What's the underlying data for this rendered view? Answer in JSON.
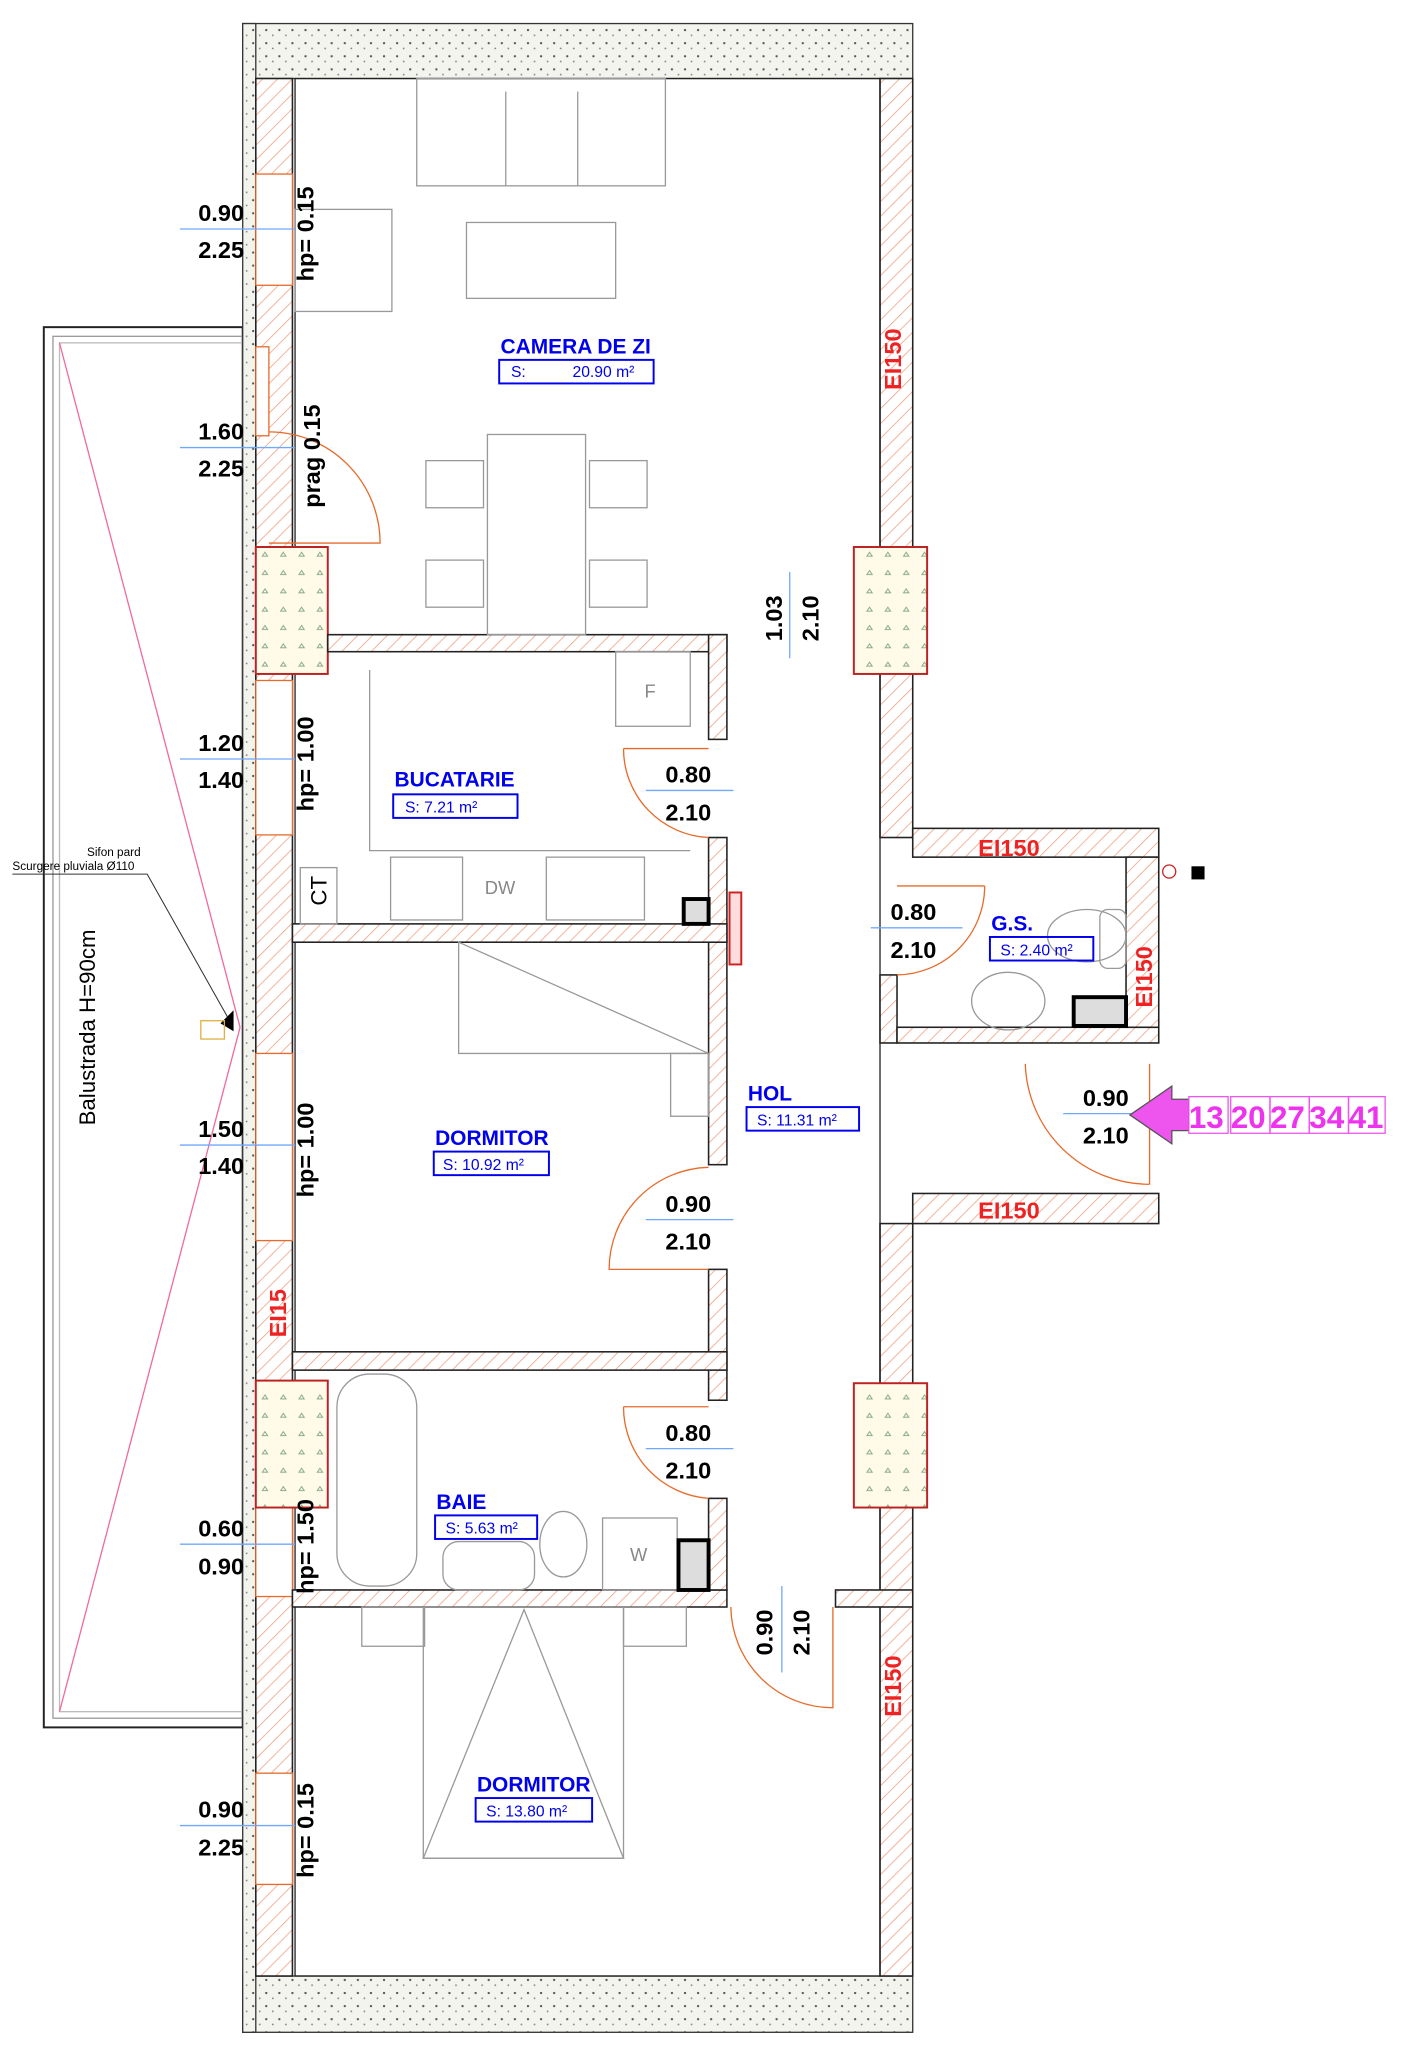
{
  "rooms": {
    "camera_de_zi": {
      "name": "CAMERA DE ZI",
      "area_label": "S:",
      "area": "20.90 m²"
    },
    "bucatarie": {
      "name": "BUCATARIE",
      "area": "S:   7.21 m²"
    },
    "dormitor1": {
      "name": "DORMITOR",
      "area": "S:  10.92 m²"
    },
    "hol": {
      "name": "HOL",
      "area": "S: 11.31 m²"
    },
    "gs": {
      "name": "G.S.",
      "area": "S: 2.40 m²"
    },
    "baie": {
      "name": "BAIE",
      "area": "S: 5.63 m²"
    },
    "dormitor2": {
      "name": "DORMITOR",
      "area": "S:  13.80 m²"
    }
  },
  "dimensions": {
    "w1": [
      "0.90",
      "2.25",
      "hp= 0.15"
    ],
    "w2": [
      "1.60",
      "2.25",
      "prag 0.15"
    ],
    "w3": [
      "1.20",
      "1.40",
      "hp= 1.00"
    ],
    "w4": [
      "1.50",
      "1.40",
      "hp= 1.00"
    ],
    "w5": [
      "0.60",
      "0.90",
      "hp= 1.50"
    ],
    "w6": [
      "0.90",
      "2.25",
      "hp= 0.15"
    ],
    "d_open": [
      "1.03",
      "2.10"
    ],
    "d_kitchen": [
      "0.80",
      "2.10"
    ],
    "d_gs": [
      "0.80",
      "2.10"
    ],
    "d_entry": [
      "0.90",
      "2.10"
    ],
    "d_bed1": [
      "0.90",
      "2.10"
    ],
    "d_bath": [
      "0.80",
      "2.10"
    ],
    "d_bed2": [
      "0.90",
      "2.10"
    ]
  },
  "fire_ratings": {
    "r1": "EI150",
    "r2": "EI150",
    "r3": "EI150",
    "r4": "EI150",
    "r5": "EI150",
    "r6": "EI15"
  },
  "fixtures": {
    "fridge": "F",
    "dishwasher": "DW",
    "boiler": "CT",
    "washer": "W"
  },
  "annotations": {
    "balustrade": "Balustrada H=90cm",
    "drain_line1": "Sifon pard",
    "drain_line2": "Scurgere pluviala Ø110"
  },
  "entry_marker": {
    "numbers": [
      "13",
      "20",
      "27",
      "34",
      "41"
    ],
    "color": "#ee55ee"
  },
  "colors": {
    "room_text": "#0000ee",
    "fire_text": "#ee2222",
    "hatch": "#f0a080",
    "door": "#e86a2a"
  }
}
